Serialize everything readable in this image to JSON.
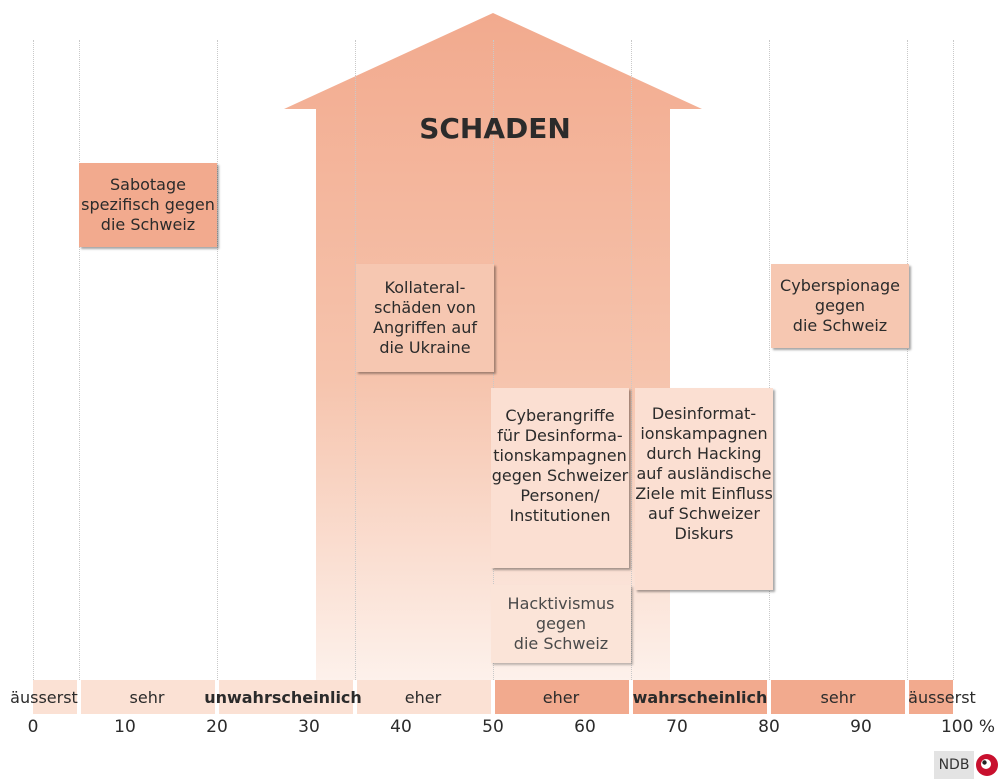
{
  "title": "SCHADEN",
  "scale": {
    "labels": {
      "a": "äusserst",
      "b": "sehr",
      "c": "unwahrscheinlich",
      "d": "eher",
      "e": "eher",
      "f": "wahrscheinlich",
      "g": "sehr",
      "h": "äusserst"
    },
    "ticks": [
      "0",
      "10",
      "20",
      "30",
      "40",
      "50",
      "60",
      "70",
      "80",
      "90",
      "100 %"
    ]
  },
  "boxes": {
    "sabotage": "Sabotage\nspezifisch gegen\ndie Schweiz",
    "kollateral": "Kollateral-\nschäden von\nAngriffen auf\ndie Ukraine",
    "cyberspionage": "Cyberspionage\ngegen\ndie Schweiz",
    "cyberangriffe": "Cyberangriffe\nfür Desinforma-\ntionskampagnen\ngegen Schweizer\nPersonen/\nInstitutionen",
    "desinformation": "Desinformat-\nionskampagnen\ndurch Hacking\nauf ausländische\nZiele mit Einfluss\nauf Schweizer\nDiskurs",
    "hacktivismus": "Hacktivismus\ngegen\ndie Schweiz"
  },
  "logo": "NDB",
  "colors": {
    "dark": "#f2aa8e",
    "mid": "#f6c7b1",
    "light": "#fbdfd2",
    "arrow": "#f2aa8e"
  }
}
